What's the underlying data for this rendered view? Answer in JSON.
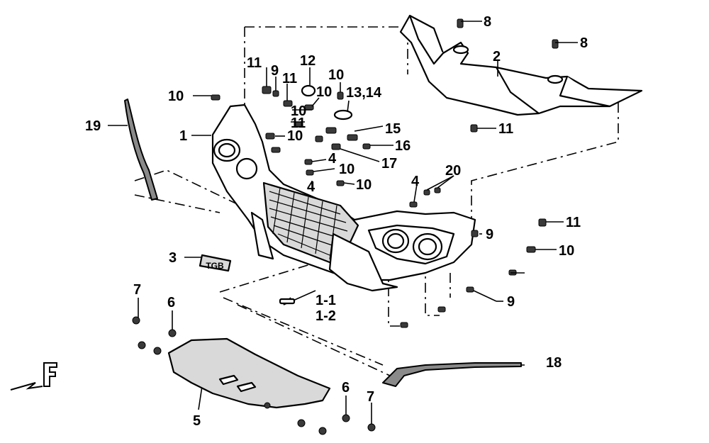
{
  "labels": {
    "p1": "1",
    "p1_1": "1-1",
    "p1_2": "1-2",
    "p2": "2",
    "p3": "3",
    "p4a": "4",
    "p4b": "4",
    "p4c": "4",
    "p5": "5",
    "p6a": "6",
    "p6b": "6",
    "p7a": "7",
    "p7b": "7",
    "p8a": "8",
    "p8b": "8",
    "p9a": "9",
    "p9b": "9",
    "p9c": "9",
    "p10a": "10",
    "p10b": "10",
    "p10c": "10",
    "p10d": "10",
    "p10e": "10",
    "p10f": "10",
    "p10g": "10",
    "p10h": "10",
    "p11a": "11",
    "p11b": "11",
    "p11c": "11",
    "p11d": "11",
    "p11e": "11",
    "p12": "12",
    "p13_14": "13,14",
    "p15": "15",
    "p16": "16",
    "p17": "17",
    "p18": "18",
    "p19": "19",
    "p20": "20"
  },
  "emblem_text": "TGB",
  "front_marker": "F",
  "icons": [
    "front-direction-arrow-icon"
  ]
}
